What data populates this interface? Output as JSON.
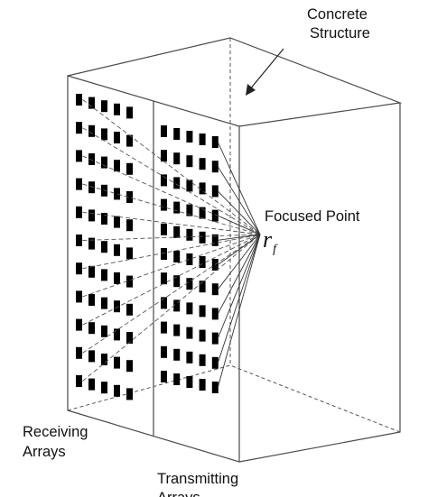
{
  "labels": {
    "concrete_line1": "Concrete",
    "concrete_line2": "Structure",
    "focused_point": "Focused Point",
    "rf_symbol": "r",
    "rf_subscript": "f",
    "receiving_line1": "Receiving",
    "receiving_line2": "Arrays",
    "transmitting_line1": "Transmitting",
    "transmitting_line2": "Arrays"
  },
  "arrays": {
    "receiving": {
      "rows": 11,
      "elements_per_row": 5
    },
    "transmitting": {
      "rows": 11,
      "elements_per_row": 5
    }
  },
  "colors": {
    "line": "#4a4a4a",
    "element": "#000000",
    "text": "#111111"
  }
}
